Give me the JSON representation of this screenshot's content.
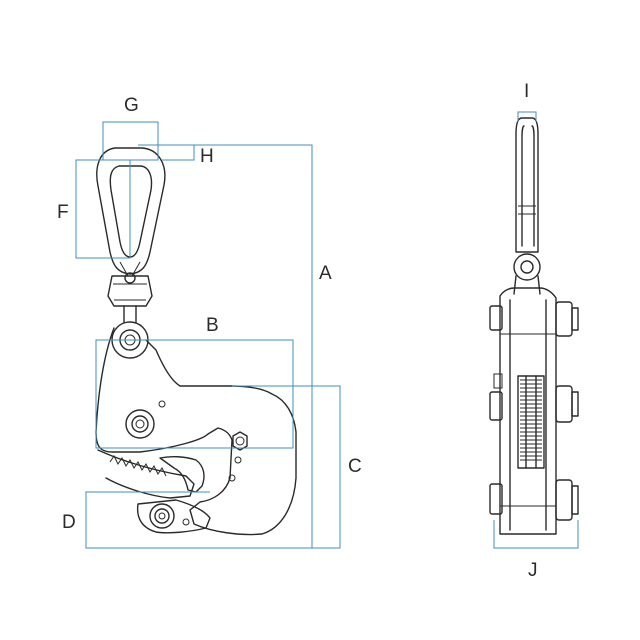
{
  "dimensions": {
    "A": "A",
    "B": "B",
    "C": "C",
    "D": "D",
    "F": "F",
    "G": "G",
    "H": "H",
    "I": "I",
    "J": "J"
  },
  "colors": {
    "outline": "#2a2a2a",
    "dimension_line": "#3f8fbf",
    "label": "#2b2b2b",
    "background": "#ffffff"
  }
}
